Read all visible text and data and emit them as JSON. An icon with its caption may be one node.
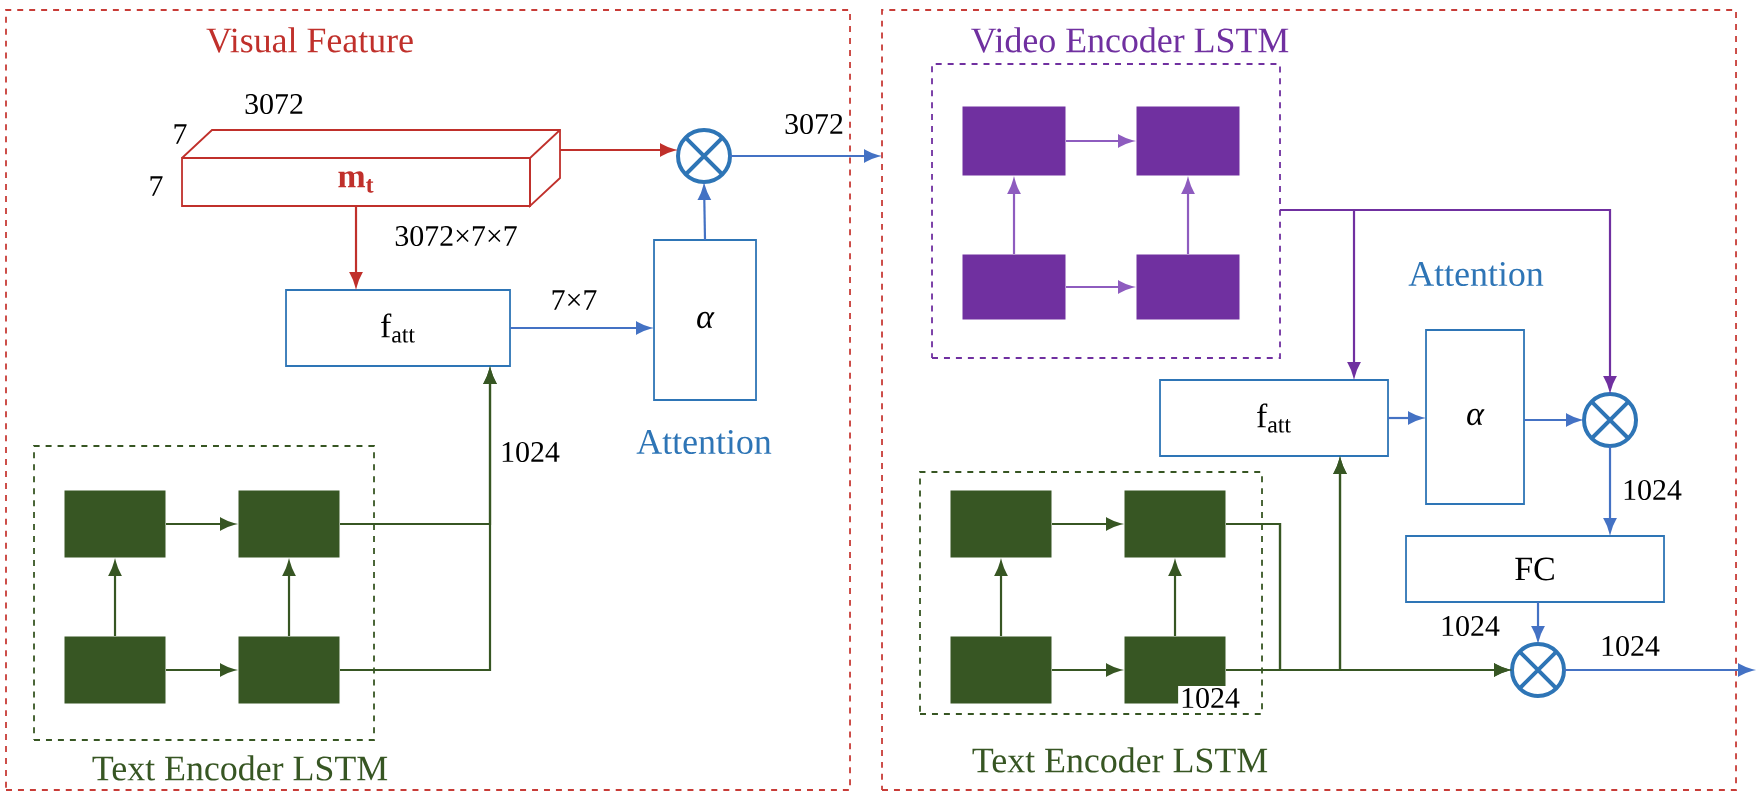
{
  "diagram": {
    "nodes": [
      {
        "text": [
          "Visual Feature"
        ]
      },
      {
        "text": [
          "m$_{t}$"
        ],
        "in": 0,
        "beside": [
          "3072",
          "7",
          "7"
        ]
      },
      {
        "text": [],
        "shape": "circle",
        "in": 0
      },
      {
        "text": [
          "f$_{att}$"
        ],
        "in": 0
      },
      {
        "text": [
          "α"
        ],
        "in": 0,
        "beside": [
          "Attention"
        ]
      },
      {
        "text": [
          "Text Encoder LSTM"
        ],
        "in": 0
      },
      {
        "text": [],
        "shape": "box",
        "in": 5
      },
      {
        "text": [],
        "shape": "box",
        "in": 5
      },
      {
        "text": [],
        "shape": "box",
        "in": 5
      },
      {
        "text": [],
        "shape": "box",
        "in": 5
      },
      {
        "text": [],
        "shape": "box"
      },
      {
        "text": [
          "Video Encoder LSTM"
        ],
        "in": 10
      },
      {
        "text": [],
        "shape": "box",
        "in": 11
      },
      {
        "text": [],
        "shape": "box",
        "in": 11
      },
      {
        "text": [],
        "shape": "box",
        "in": 11
      },
      {
        "text": [],
        "shape": "box",
        "in": 11
      },
      {
        "text": [
          "f$_{att}$"
        ],
        "in": 10
      },
      {
        "text": [
          "α"
        ],
        "in": 10,
        "beside": [
          "Attention"
        ]
      },
      {
        "text": [],
        "shape": "circle",
        "in": 10
      },
      {
        "text": [
          "FC"
        ],
        "in": 10
      },
      {
        "text": [],
        "shape": "circle",
        "in": 10
      },
      {
        "text": [
          "Text Encoder LSTM"
        ],
        "in": 10
      },
      {
        "text": [],
        "shape": "box",
        "in": 21
      },
      {
        "text": [],
        "shape": "box",
        "in": 21
      },
      {
        "text": [],
        "shape": "box",
        "in": 21
      },
      {
        "text": [],
        "shape": "box",
        "in": 21
      }
    ],
    "edges": [
      {
        "from": 6,
        "to": 7,
        "arrow": "to"
      },
      {
        "from": 8,
        "to": 9,
        "arrow": "to"
      },
      {
        "from": 8,
        "to": 6,
        "arrow": "to"
      },
      {
        "from": 9,
        "to": 7,
        "arrow": "to"
      },
      {
        "from": 7,
        "to": 3,
        "arrow": "to",
        "label": "1024"
      },
      {
        "from": 9,
        "to": 3,
        "arrow": "to"
      },
      {
        "from": 1,
        "to": 2,
        "arrow": "to",
        "color": "#c0302b"
      },
      {
        "from": 1,
        "to": 3,
        "arrow": "to",
        "label": "3072×7×7",
        "color": "#c0302b"
      },
      {
        "from": 3,
        "to": 4,
        "arrow": "to",
        "label": "7×7",
        "color": "#4472c4"
      },
      {
        "from": 4,
        "to": 2,
        "arrow": "to",
        "color": "#4472c4"
      },
      {
        "from": 2,
        "to": 10,
        "arrow": "to",
        "label": "3072",
        "color": "#4472c4"
      },
      {
        "from": 12,
        "to": 13,
        "arrow": "to",
        "color": "#8e5cbf"
      },
      {
        "from": 14,
        "to": 15,
        "arrow": "to",
        "color": "#8e5cbf"
      },
      {
        "from": 14,
        "to": 12,
        "arrow": "to",
        "color": "#8e5cbf"
      },
      {
        "from": 15,
        "to": 13,
        "arrow": "to",
        "color": "#8e5cbf"
      },
      {
        "from": 11,
        "to": 16,
        "arrow": "to",
        "color": "#7030a0"
      },
      {
        "from": 11,
        "to": 18,
        "arrow": "to",
        "color": "#7030a0"
      },
      {
        "from": 16,
        "to": 17,
        "arrow": "to",
        "color": "#4472c4"
      },
      {
        "from": 17,
        "to": 18,
        "arrow": "to",
        "color": "#4472c4"
      },
      {
        "from": 18,
        "to": 19,
        "arrow": "to",
        "label": "1024",
        "color": "#4472c4"
      },
      {
        "from": 19,
        "to": 20,
        "arrow": "to",
        "label": "1024",
        "color": "#4472c4"
      },
      {
        "from": 20,
        "to": null,
        "arrow": "to",
        "label": "1024",
        "color": "#4472c4"
      },
      {
        "from": 22,
        "to": 23,
        "arrow": "to"
      },
      {
        "from": 24,
        "to": 25,
        "arrow": "to"
      },
      {
        "from": 24,
        "to": 22,
        "arrow": "to"
      },
      {
        "from": 25,
        "to": 23,
        "arrow": "to"
      },
      {
        "from": 23,
        "to": 20,
        "arrow": "to"
      },
      {
        "from": 25,
        "to": 20,
        "arrow": "to",
        "label": "1024"
      },
      {
        "from": 23,
        "to": 16,
        "arrow": "to"
      },
      {
        "from": 25,
        "to": 16,
        "arrow": "to"
      }
    ]
  }
}
